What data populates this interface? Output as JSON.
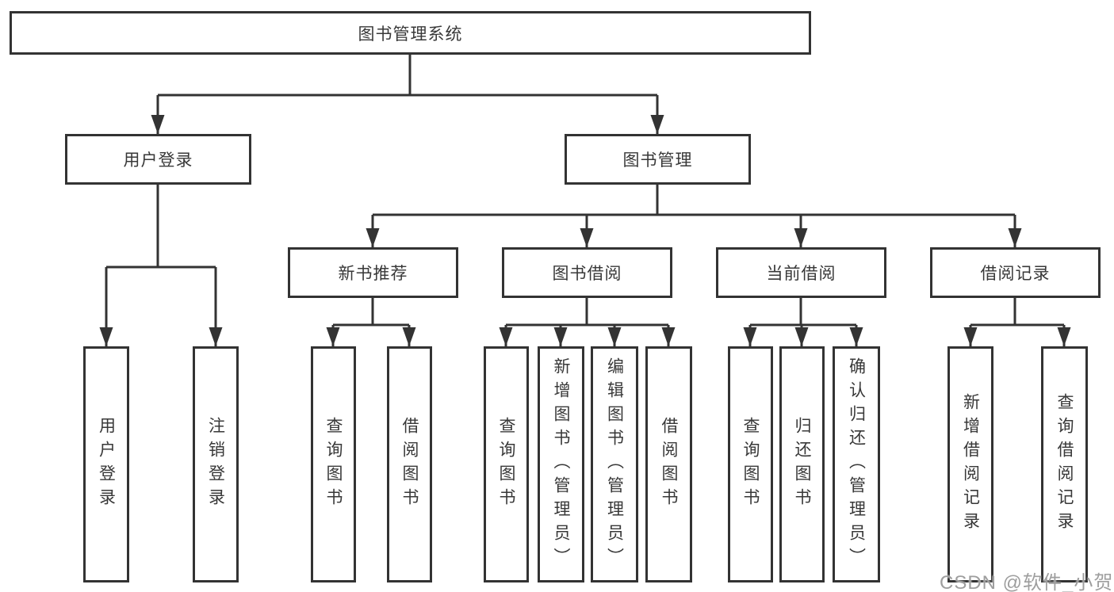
{
  "diagram": {
    "type": "hierarchy-tree",
    "colors": {
      "line": "#333333",
      "box_border": "#333333",
      "box_background": "#ffffff",
      "text": "#383838",
      "watermark": "#9e9e9e"
    },
    "tree": {
      "label": "图书管理系统",
      "children": [
        {
          "label": "用户登录",
          "children": [
            {
              "label": "用户登录"
            },
            {
              "label": "注销登录"
            }
          ]
        },
        {
          "label": "图书管理",
          "children": [
            {
              "label": "新书推荐",
              "children": [
                {
                  "label": "查询图书"
                },
                {
                  "label": "借阅图书"
                }
              ]
            },
            {
              "label": "图书借阅",
              "children": [
                {
                  "label": "查询图书"
                },
                {
                  "label": "新增图书（管理员）"
                },
                {
                  "label": "编辑图书（管理员）"
                },
                {
                  "label": "借阅图书"
                }
              ]
            },
            {
              "label": "当前借阅",
              "children": [
                {
                  "label": "查询图书"
                },
                {
                  "label": "归还图书"
                },
                {
                  "label": "确认归还（管理员）"
                }
              ]
            },
            {
              "label": "借阅记录",
              "children": [
                {
                  "label": "新增借阅记录"
                },
                {
                  "label": "查询借阅记录"
                }
              ]
            }
          ]
        }
      ]
    },
    "watermark": "CSDN @软件_小贺同学"
  }
}
